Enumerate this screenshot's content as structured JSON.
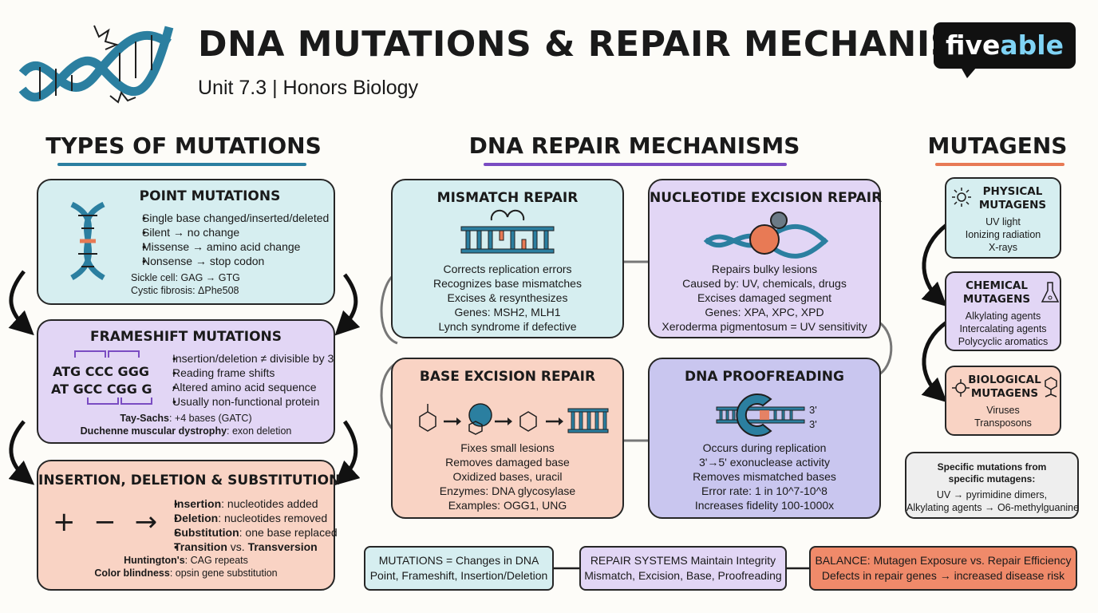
{
  "header": {
    "title": "DNA MUTATIONS & REPAIR MECHANISMS",
    "subtitle": "Unit 7.3 | Honors Biology",
    "logo_left": "five",
    "logo_right": "able"
  },
  "sections": {
    "types": "TYPES OF MUTATIONS",
    "repair": "DNA REPAIR MECHANISMS",
    "mutagens": "MUTAGENS"
  },
  "colors": {
    "blue_card": "#d6eef0",
    "purple_card": "#e2d6f5",
    "salmon_card": "#f9d3c4",
    "accent_blue": "#2b7fa0",
    "accent_purple": "#7a4cc2",
    "accent_orange": "#e87a55"
  },
  "point": {
    "title": "POINT MUTATIONS",
    "bullets": [
      "Single base changed/inserted/deleted",
      "Silent → no change",
      "Missense → amino acid change",
      "Nonsense → stop codon"
    ],
    "notes": [
      "Sickle cell: GAG → GTG",
      "Cystic fibrosis: ΔPhe508"
    ]
  },
  "frameshift": {
    "title": "FRAMESHIFT MUTATIONS",
    "seq1": "ATG CCC GGG",
    "seq2": "AT GCC CGG G",
    "bullets": [
      "Insertion/deletion ≠ divisible by 3",
      "Reading frame shifts",
      "Altered amino acid sequence",
      "Usually non-functional protein"
    ],
    "note1_bold": "Tay-Sachs",
    "note1_rest": ": +4 bases (GATC)",
    "note2_bold": "Duchenne muscular dystrophy",
    "note2_rest": ": exon deletion"
  },
  "indel": {
    "title": "INSERTION, DELETION & SUBSTITUTION",
    "symbols": "+ − →",
    "bullets": [
      {
        "bold": "Insertion",
        "rest": ": nucleotides added"
      },
      {
        "bold": "Deletion",
        "rest": ": nucleotides removed"
      },
      {
        "bold": "Substitution",
        "rest": ": one base replaced"
      },
      {
        "bold": "Transition",
        "rest": " vs. ",
        "bold2": "Transversion"
      }
    ],
    "note1_bold": "Huntington's",
    "note1_rest": ": CAG repeats",
    "note2_bold": "Color blindness",
    "note2_rest": ": opsin gene substitution"
  },
  "mismatch": {
    "title": "MISMATCH REPAIR",
    "lines": [
      "Corrects replication errors",
      "Recognizes base mismatches",
      "Excises & resynthesizes",
      "Genes: MSH2, MLH1",
      "Lynch syndrome if defective"
    ]
  },
  "ner": {
    "title": "NUCLEOTIDE EXCISION REPAIR",
    "lines": [
      "Repairs bulky lesions",
      "Caused by: UV, chemicals, drugs",
      "Excises damaged segment",
      "Genes: XPA, XPC, XPD",
      "Xeroderma pigmentosum = UV sensitivity"
    ]
  },
  "ber": {
    "title": "BASE EXCISION REPAIR",
    "lines": [
      "Fixes small lesions",
      "Removes damaged base",
      "Oxidized bases, uracil",
      "Enzymes: DNA glycosylase",
      "Examples: OGG1, UNG"
    ]
  },
  "proof": {
    "title": "DNA PROOFREADING",
    "lines": [
      "Occurs during replication",
      "3'→5' exonuclease activity",
      "Removes mismatched bases",
      "Error rate: 1 in 10^7-10^8",
      "Increases fidelity 100-1000x"
    ],
    "end_top": "3'",
    "end_bottom": "3'"
  },
  "mutagens": {
    "physical": {
      "title": "PHYSICAL MUTAGENS",
      "items": [
        "UV light",
        "Ionizing radiation",
        "X-rays"
      ]
    },
    "chemical": {
      "title": "CHEMICAL MUTAGENS",
      "items": [
        "Alkylating agents",
        "Intercalating agents",
        "Polycyclic aromatics"
      ]
    },
    "biological": {
      "title": "BIOLOGICAL MUTAGENS",
      "items": [
        "Viruses",
        "Transposons"
      ]
    },
    "specific": {
      "title": "Specific mutations from specific mutagens:",
      "lines": [
        "UV → pyrimidine dimers,",
        "Alkylating agents → O6-methylguanine"
      ]
    }
  },
  "summary": [
    {
      "title": "MUTATIONS = Changes in DNA",
      "sub": "Point, Frameshift, Insertion/Deletion"
    },
    {
      "title": "REPAIR SYSTEMS Maintain Integrity",
      "sub": "Mismatch, Excision, Base, Proofreading"
    },
    {
      "title": "BALANCE: Mutagen Exposure vs. Repair Efficiency",
      "sub": "Defects in repair genes → increased disease risk"
    }
  ]
}
